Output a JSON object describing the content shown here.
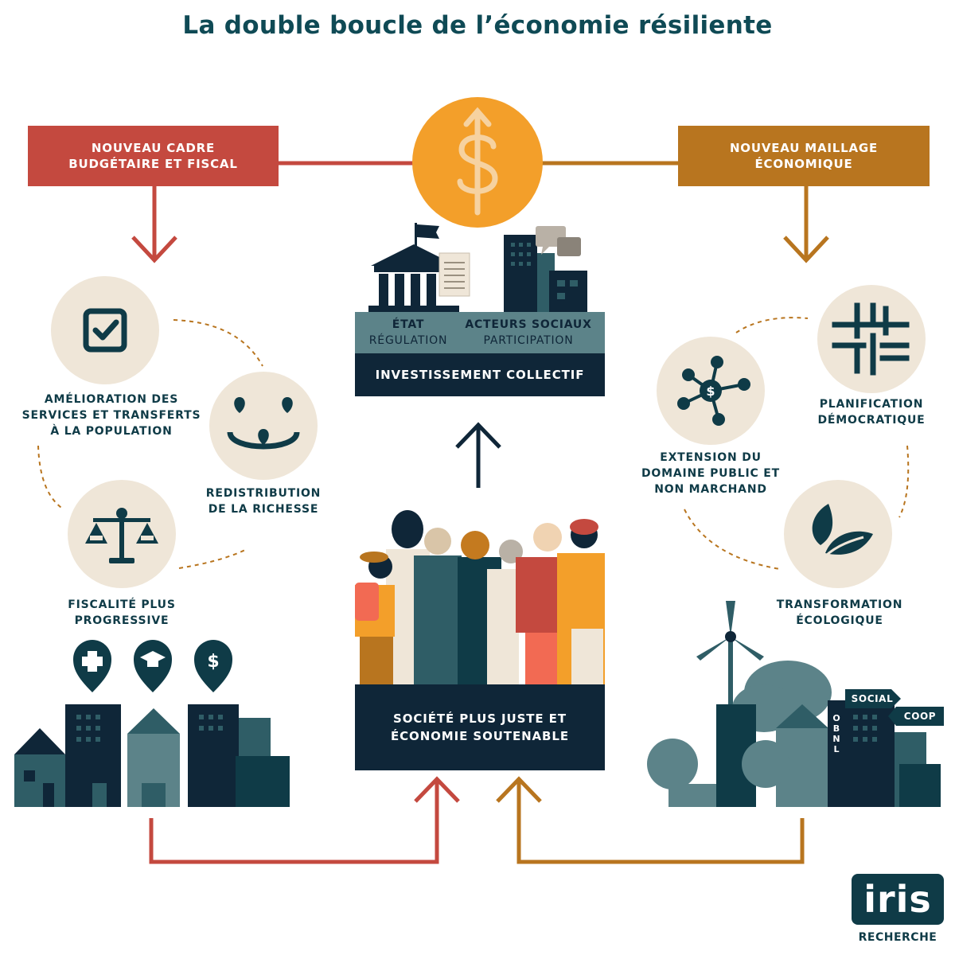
{
  "title": "La double boucle de l’économie résiliente",
  "colors": {
    "red": "#c4493f",
    "gold": "#b8751f",
    "orange": "#f39f2a",
    "navy": "#0f2638",
    "teal": "#2f5d66",
    "beige": "#efe6d8"
  },
  "left_banner": {
    "line1": "NOUVEAU CADRE",
    "line2": "BUDGÉTAIRE ET FISCAL"
  },
  "right_banner": {
    "line1": "NOUVEAU MAILLAGE",
    "line2": "ÉCONOMIQUE"
  },
  "center_icon": "dollar-arrow-icon",
  "top_block": {
    "etat_title": "ÉTAT",
    "etat_sub": "RÉGULATION",
    "acteurs_title": "ACTEURS SOCIAUX",
    "acteurs_sub": "PARTICIPATION",
    "footer": "INVESTISSEMENT COLLECTIF"
  },
  "left_items": [
    {
      "icon": "checkbox-icon",
      "line1": "AMÉLIORATION DES",
      "line2": "SERVICES ET TRANSFERTS",
      "line3": "À LA POPULATION"
    },
    {
      "icon": "redistribution-icon",
      "line1": "REDISTRIBUTION",
      "line2": "DE LA RICHESSE"
    },
    {
      "icon": "scale-icon",
      "line1": "FISCALITÉ PLUS",
      "line2": "PROGRESSIVE"
    }
  ],
  "right_items": [
    {
      "icon": "hashtag-icon",
      "line1": "PLANIFICATION",
      "line2": "DÉMOCRATIQUE"
    },
    {
      "icon": "network-dollar-icon",
      "line1": "EXTENSION DU",
      "line2": "DOMAINE PUBLIC ET",
      "line3": "NON MARCHAND"
    },
    {
      "icon": "leaves-icon",
      "line1": "TRANSFORMATION",
      "line2": "ÉCOLOGIQUE"
    }
  ],
  "bottom_box": {
    "line1": "SOCIÉTÉ PLUS JUSTE ET",
    "line2": "ÉCONOMIE SOUTENABLE"
  },
  "city_signs": {
    "social": "SOCIAL",
    "coop": "COOP",
    "obnl": "OBNL"
  },
  "logo": {
    "mark": "iris",
    "caption": "RECHERCHE"
  }
}
